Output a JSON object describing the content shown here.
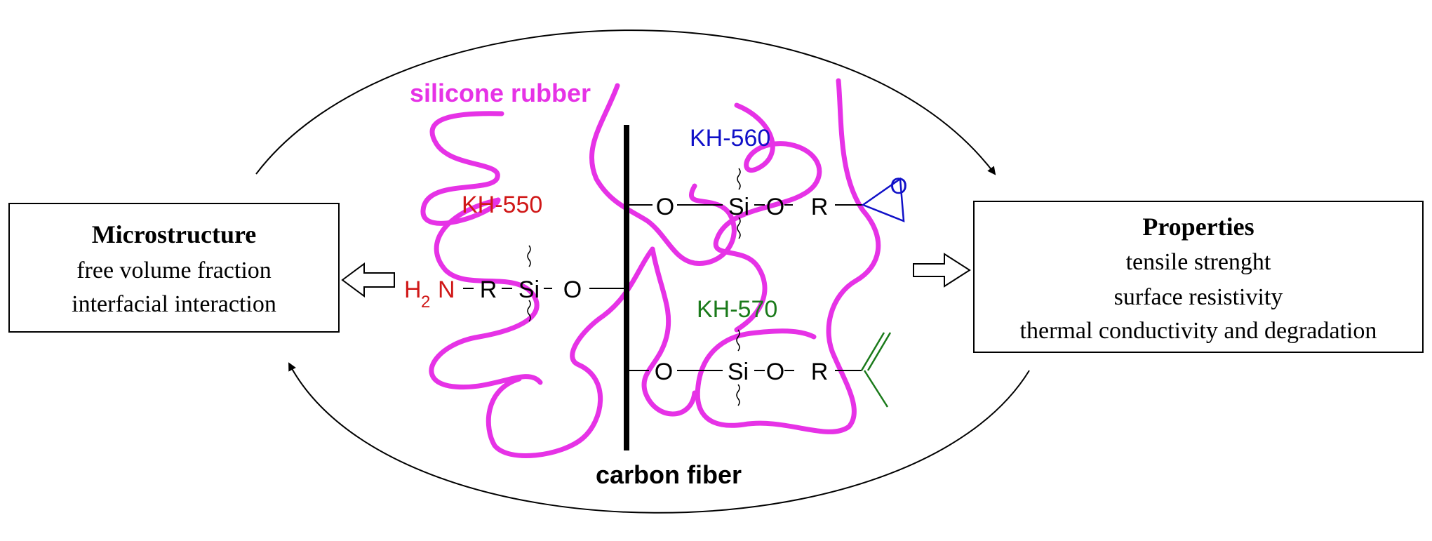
{
  "colors": {
    "rubber": "#e632e6",
    "kh550": "#d01818",
    "kh560": "#1010c8",
    "kh570": "#1a7a1a",
    "black": "#000000"
  },
  "labels": {
    "silicone_rubber": "silicone rubber",
    "carbon_fiber": "carbon fiber",
    "kh550": "KH-550",
    "kh560": "KH-560",
    "kh570": "KH-570",
    "h": "H",
    "two": "2",
    "n": "N",
    "r": "R",
    "si": "Si",
    "o": "O"
  },
  "microstructure": {
    "title": "Microstructure",
    "lines": [
      "free volume fraction",
      "interfacial interaction"
    ]
  },
  "properties": {
    "title": "Properties",
    "lines": [
      "tensile strenght",
      "surface resistivity",
      "thermal conductivity and degradation"
    ]
  }
}
